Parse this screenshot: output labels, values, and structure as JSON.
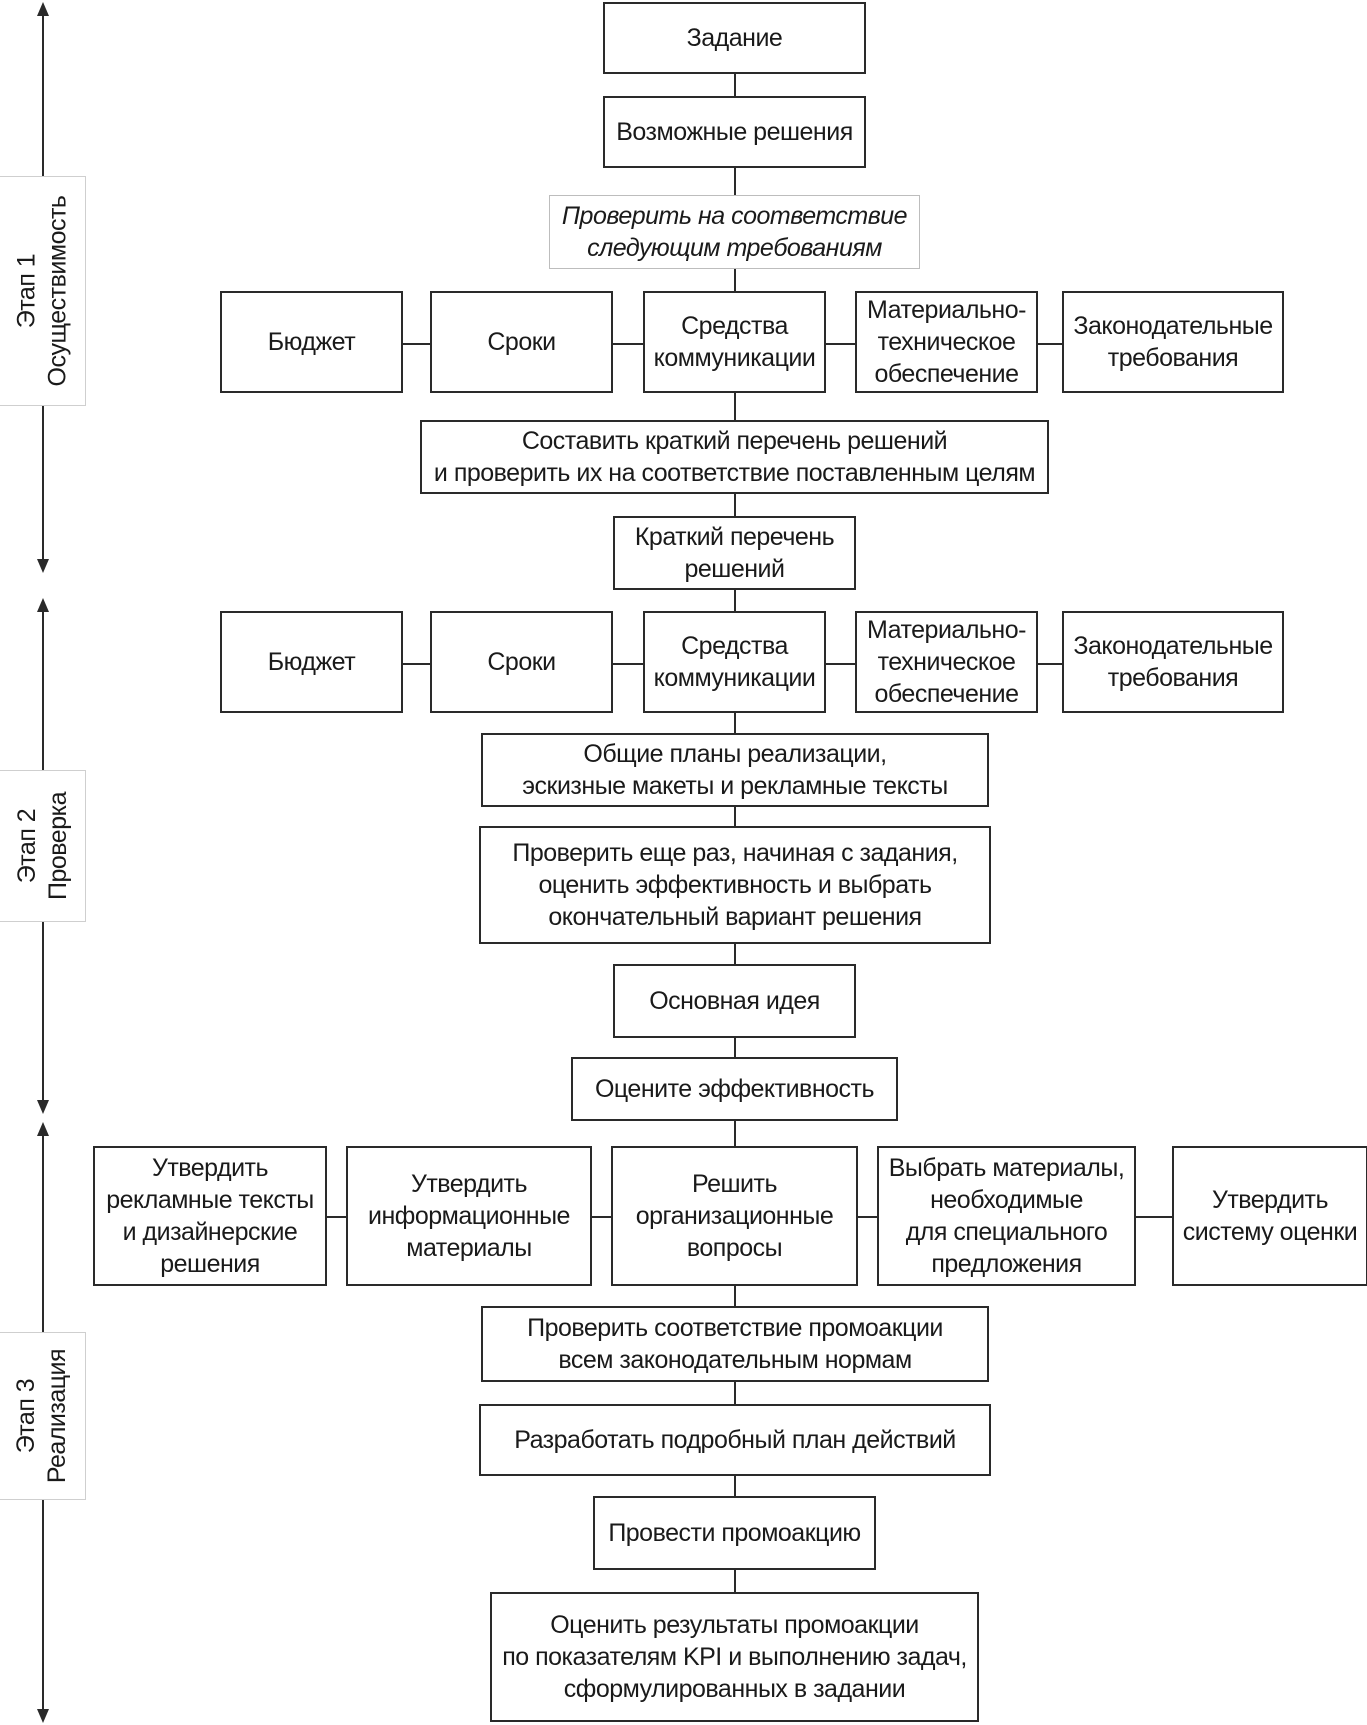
{
  "stages": [
    {
      "label": "Этап 1",
      "name": "Осуществимость"
    },
    {
      "label": "Этап 2",
      "name": "Проверка"
    },
    {
      "label": "Этап 3",
      "name": "Реализация"
    }
  ],
  "nodes": {
    "task": "Задание",
    "possible_solutions": "Возможные решения",
    "check_requirements": "Проверить на соответствие\nследующим требованиям",
    "req1": [
      "Бюджет",
      "Сроки",
      "Средства\nкоммуникации",
      "Материально-\nтехническое\nобеспечение",
      "Законодательные\nтребования"
    ],
    "shortlist_action": "Составить краткий перечень решений\nи проверить их на соответствие поставленным целям",
    "shortlist": "Краткий перечень\nрешений",
    "req2": [
      "Бюджет",
      "Сроки",
      "Средства\nкоммуникации",
      "Материально-\nтехническое\nобеспечение",
      "Законодательные\nтребования"
    ],
    "general_plans": "Общие планы реализации,\nэскизные макеты и рекламные тексты",
    "recheck": "Проверить еще раз, начиная с задания,\nоценить эффективность и выбрать\nокончательный вариант решения",
    "main_idea": "Основная идея",
    "evaluate_effectiveness": "Оцените эффективность",
    "approvals": [
      "Утвердить\nрекламные тексты\nи дизайнерские\nрешения",
      "Утвердить\nинформационные\nматериалы",
      "Решить\nорганизационные\nвопросы",
      "Выбрать материалы,\nнеобходимые\nдля специального\nпредложения",
      "Утвердить\nсистему оценки"
    ],
    "legal_check": "Проверить соответствие промоакции\nвсем законодательным нормам",
    "action_plan": "Разработать подробный план действий",
    "run_promo": "Провести промоакцию",
    "evaluate_results": "Оценить результаты промоакции\nпо показателям KPI и выполнению задач,\nсформулированных в задании"
  }
}
